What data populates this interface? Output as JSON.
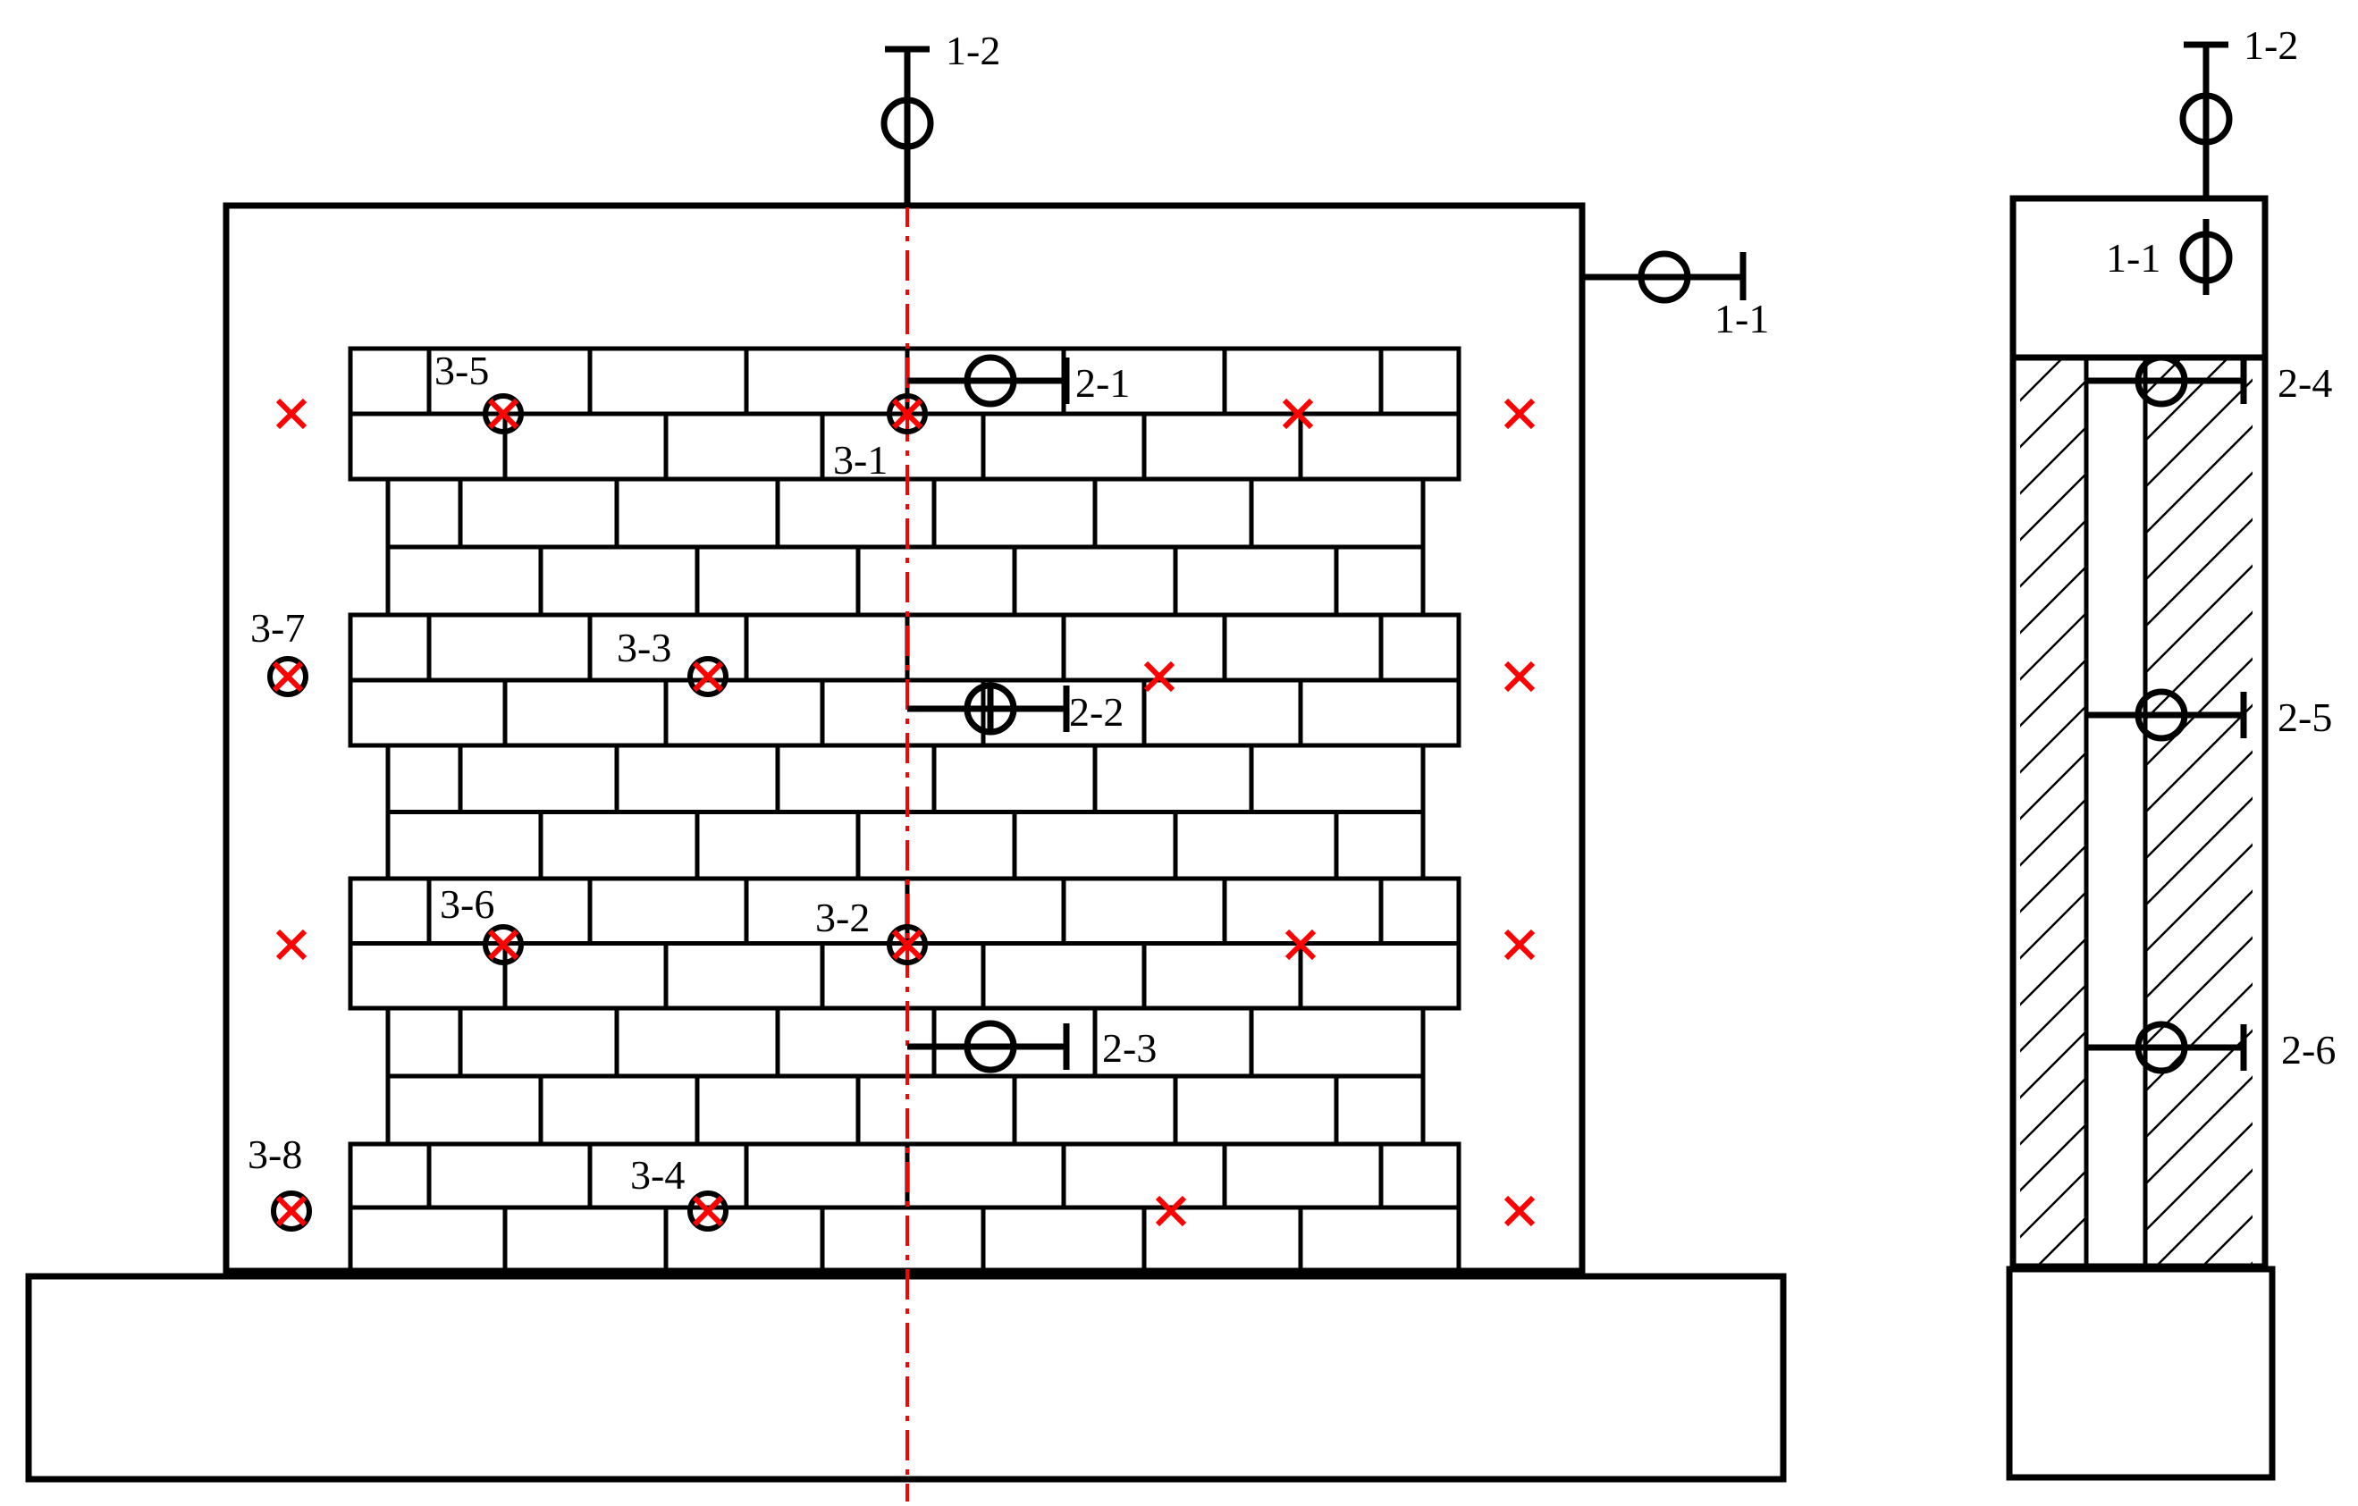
{
  "colors": {
    "line": "#000000",
    "marker": "#ff0000",
    "centerline": "#ff0000",
    "background": "#ffffff"
  },
  "front_view": {
    "top_gauge_label": "1-2",
    "side_gauge_label": "1-1",
    "wall_gauges": [
      "2-1",
      "2-2",
      "2-3"
    ],
    "strain_points": [
      "3-1",
      "3-2",
      "3-3",
      "3-4",
      "3-5",
      "3-6",
      "3-7",
      "3-8"
    ]
  },
  "side_view": {
    "top_gauge_label": "1-2",
    "beam_gauge_label": "1-1",
    "wall_gauges": [
      "2-4",
      "2-5",
      "2-6"
    ]
  },
  "icons": {
    "displacement_gauge": "dial-gauge-icon",
    "strain_point": "cross-marker-icon",
    "measure_point": "circled-cross-marker-icon"
  }
}
